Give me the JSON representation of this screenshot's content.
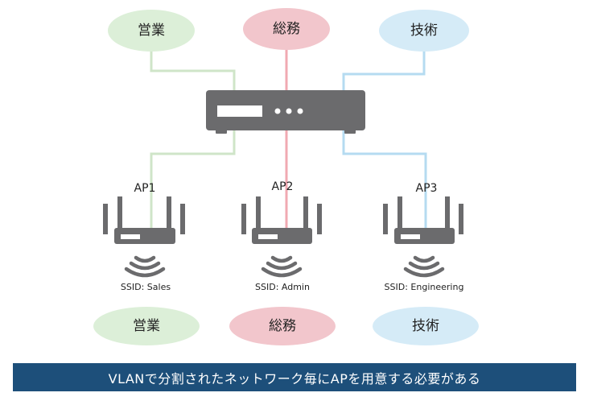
{
  "top_groups": [
    {
      "label": "営業",
      "color": "#dcefd8",
      "line": "#cfe5c8"
    },
    {
      "label": "総務",
      "color": "#f2c6cc",
      "line": "#f1a9b2"
    },
    {
      "label": "技術",
      "color": "#d5ebf7",
      "line": "#b5dbf1"
    }
  ],
  "access_points": [
    {
      "name": "AP1",
      "ssid": "SSID: Sales"
    },
    {
      "name": "AP2",
      "ssid": "SSID: Admin"
    },
    {
      "name": "AP3",
      "ssid": "SSID: Engineering"
    }
  ],
  "bottom_groups": [
    {
      "label": "営業",
      "color": "#dcefd8"
    },
    {
      "label": "総務",
      "color": "#f2c6cc"
    },
    {
      "label": "技術",
      "color": "#d5ebf7"
    }
  ],
  "device_color": "#6b6b6d",
  "banner": {
    "text": "VLANで分割されたネットワーク毎にAPを用意する必要がある"
  }
}
